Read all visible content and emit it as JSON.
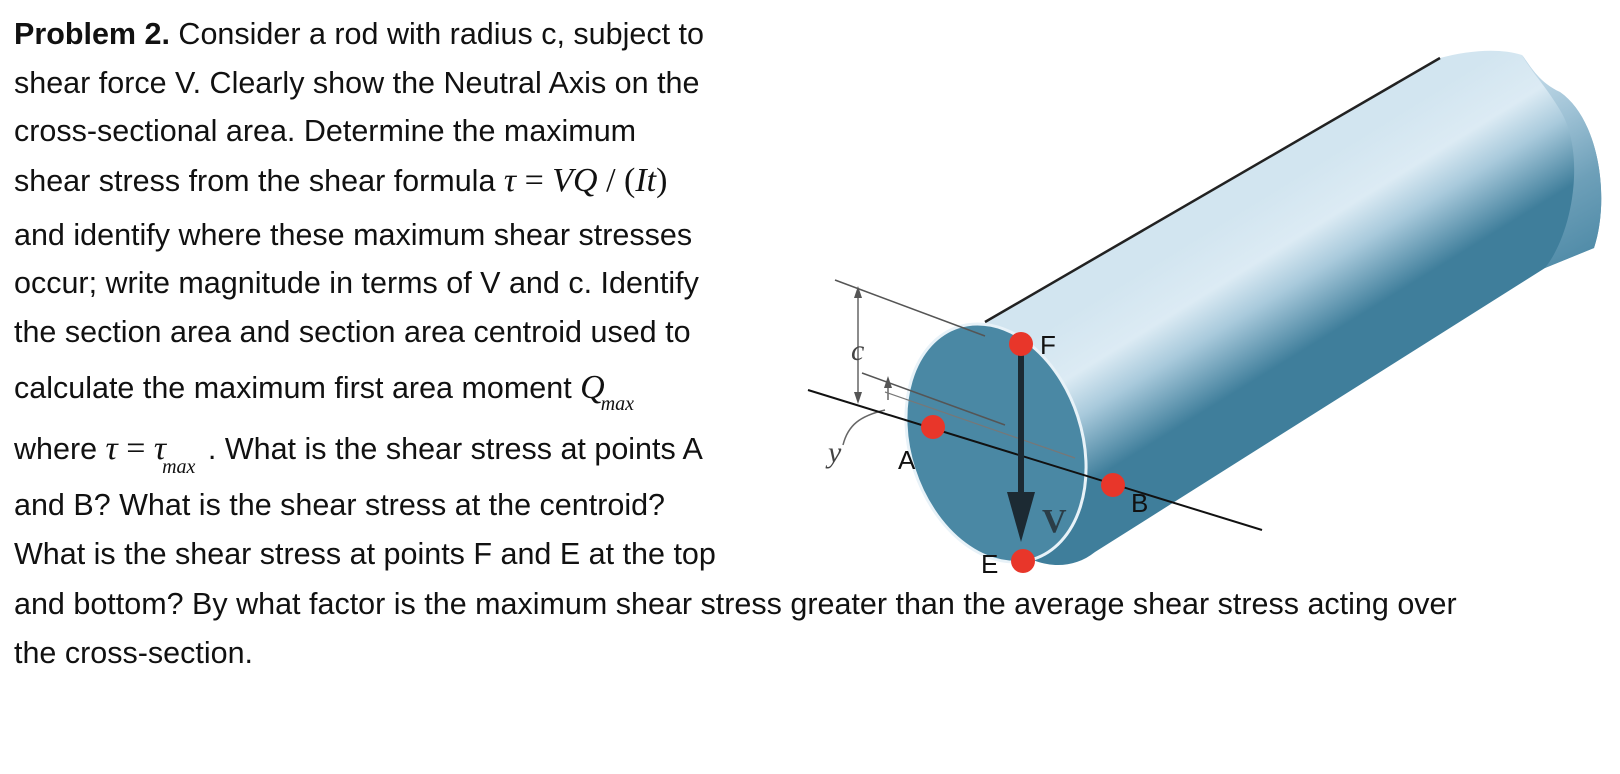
{
  "problem": {
    "heading": "Problem 2.",
    "line1_rest": " Consider a rod with radius c, subject to",
    "line2": "shear force V.  Clearly show the Neutral Axis on the",
    "line3": "cross-sectional area.    Determine the maximum",
    "line4_text": "shear stress from the shear formula ",
    "formula": {
      "tau": "τ",
      "eq": " = ",
      "vq": "VQ",
      "slash": " / ",
      "paren_open": "(",
      "it": "It",
      "paren_close": ")"
    },
    "line5": "and identify where these maximum shear stresses",
    "line6": "occur; write magnitude in terms of V and c. Identify",
    "line7": "the section area and section area centroid used to",
    "line8_text": "calculate the maximum first area moment ",
    "qmax": {
      "q": "Q",
      "sub": "max"
    },
    "line9_prefix": "where ",
    "tau_eq": {
      "tau": "τ",
      "eq": " = ",
      "tau2": "τ",
      "sub": "max"
    },
    "line9_rest": " . What is the shear stress at points A",
    "line10": "and B? What is the shear stress at the centroid?",
    "line11": "What is the shear stress at points F and E at the top",
    "line12": "and bottom? By what factor is the maximum shear stress greater than the average shear stress acting over",
    "line13": "the cross-section."
  },
  "figure": {
    "label_c": "c",
    "label_y": "y",
    "label_A": "A",
    "label_B": "B",
    "label_E": "E",
    "label_F": "F",
    "label_V": "V",
    "colors": {
      "rod_face": "#4a88a4",
      "rod_body_light": "#cfe3ef",
      "rod_body_dark": "#3f7e9b",
      "points": "#e8362a",
      "arrow": "#1c2a33"
    }
  }
}
